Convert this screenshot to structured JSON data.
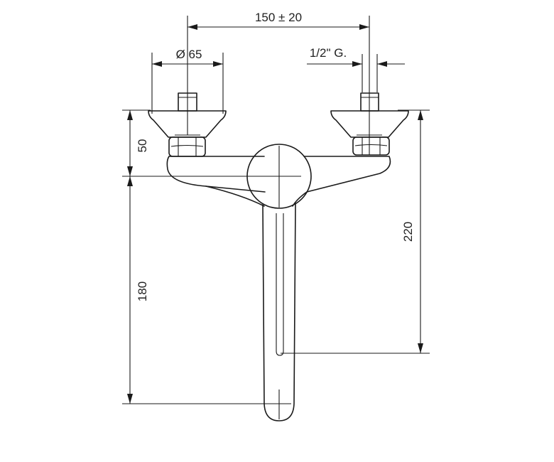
{
  "dimensions": {
    "center_distance": "150 ± 20",
    "rosette_diameter": "Ø 65",
    "thread": "1/2\" G.",
    "height_upper": "50",
    "height_lower": "180",
    "height_total": "220"
  },
  "colors": {
    "line": "#1a1a1a",
    "background": "#ffffff"
  }
}
